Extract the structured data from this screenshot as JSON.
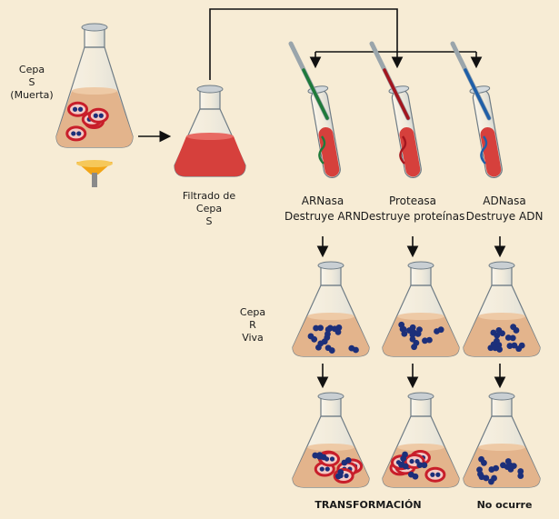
{
  "labels": {
    "strain_s_dead": [
      "Cepa",
      "S",
      "(Muerta)"
    ],
    "filtrate": [
      "Filtrado de",
      "Cepa",
      "S"
    ],
    "strain_r_live": [
      "Cepa",
      "R",
      "Viva"
    ]
  },
  "treatments": [
    {
      "enzyme": "ARNasa",
      "effect": "Destruye ARN",
      "color": "#1f7a3a"
    },
    {
      "enzyme": "Proteasa",
      "effect": "Destruye proteínas",
      "color": "#a3161e"
    },
    {
      "enzyme": "ADNasa",
      "effect": "Destruye ADN",
      "color": "#1f5fa8"
    }
  ],
  "results": {
    "transformation": "TRANSFORMACIÓN",
    "no_transformation": "No ocurre"
  },
  "colors": {
    "background": "#f7ecd5",
    "broth": "#e3b48c",
    "filtrate": "#d6403c",
    "r_cells": "#1c2f7a",
    "s_capsule": "#c81e2a",
    "flame": "#f2a516"
  }
}
